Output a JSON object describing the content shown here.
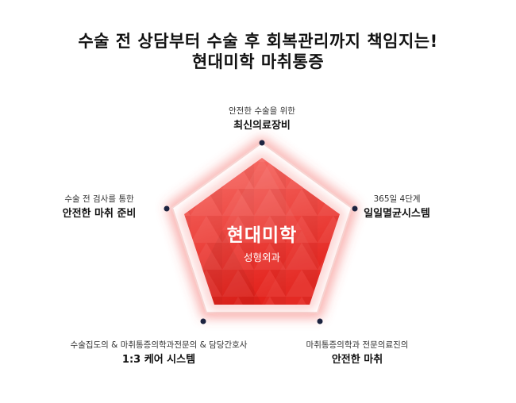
{
  "headline": {
    "line1": "수술 전 상담부터 수술 후 회복관리까지 책임지는!",
    "line2": "현대미학 마취통증"
  },
  "center": {
    "title": "현대미학",
    "subtitle": "성형외과"
  },
  "features": {
    "top": {
      "sub": "안전한 수술을 위한",
      "main": "최신의료장비"
    },
    "left": {
      "sub": "수술 전 검사를 통한",
      "main": "안전한 마취 준비"
    },
    "right": {
      "sub": "365일 4단계",
      "main": "일일멸균시스템"
    },
    "bottom_left": {
      "sub": "수술집도의  & 마취통증의학과전문의 & 담당간호사",
      "main": "1:3 케어 시스템"
    },
    "bottom_right": {
      "sub": "마취통증의학과 전문의료진의",
      "main": "안전한 마취"
    }
  },
  "colors": {
    "pentagon_light": "#f6615b",
    "pentagon_dark": "#e5231d",
    "glow": "#f04a45",
    "node": "#1c2440"
  }
}
